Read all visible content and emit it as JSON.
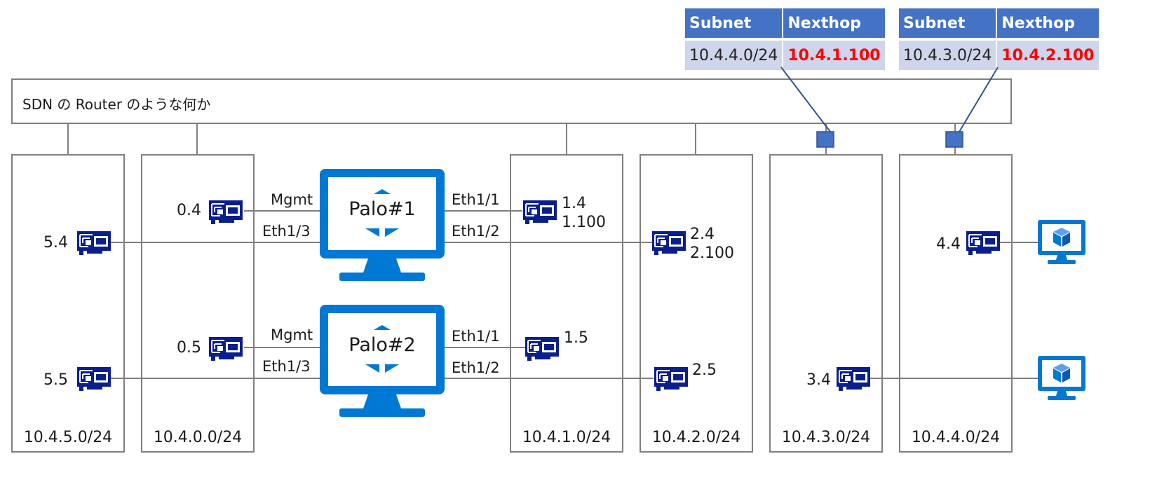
{
  "route_tables": [
    {
      "header_subnet": "Subnet",
      "header_nexthop": "Nexthop",
      "subnet": "10.4.4.0/24",
      "nexthop": "10.4.1.100"
    },
    {
      "header_subnet": "Subnet",
      "header_nexthop": "Nexthop",
      "subnet": "10.4.3.0/24",
      "nexthop": "10.4.2.100"
    }
  ],
  "router": {
    "label": "SDN の Router のような何か"
  },
  "subnets": [
    "10.4.5.0/24",
    "10.4.0.0/24",
    "10.4.1.0/24",
    "10.4.2.0/24",
    "10.4.3.0/24",
    "10.4.4.0/24"
  ],
  "firewalls": [
    {
      "name": "Palo#1",
      "mgmt_label": "Mgmt",
      "eth13_label": "Eth1/3",
      "eth11_label": "Eth1/1",
      "eth12_label": "Eth1/2"
    },
    {
      "name": "Palo#2",
      "mgmt_label": "Mgmt",
      "eth13_label": "Eth1/3",
      "eth11_label": "Eth1/1",
      "eth12_label": "Eth1/2"
    }
  ],
  "nic_labels": {
    "n54": "5.4",
    "n55": "5.5",
    "n04": "0.4",
    "n05": "0.5",
    "n14": "1.4",
    "n1100": "1.100",
    "n15": "1.5",
    "n24": "2.4",
    "n2100": "2.100",
    "n25": "2.5",
    "n34": "3.4",
    "n44": "4.4"
  },
  "icons": {
    "nic": "network-interface-icon",
    "firewall": "monitor-icon",
    "vm": "virtual-machine-icon",
    "route_attach": "route-table-attachment-icon"
  },
  "colors": {
    "azure_blue": "#0078d4",
    "nic_navy": "#0a1e8c",
    "table_header": "#4472c4",
    "table_cell": "#cfd5ea",
    "nexthop_red": "#ff0000",
    "border_gray": "#7f7f7f"
  }
}
